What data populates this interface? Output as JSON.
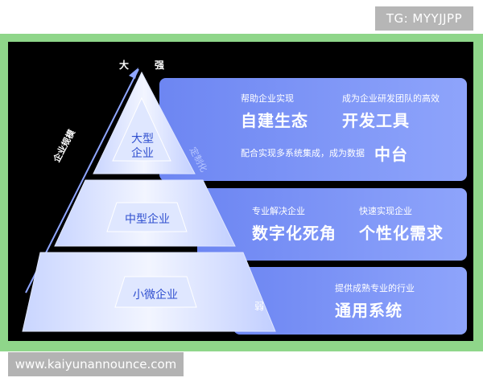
{
  "watermark_top": "TG: MYYJJPP",
  "watermark_bottom": "www.kaiyunannounce.com",
  "axis": {
    "top_left": "大",
    "top_right": "强",
    "bottom": "弱",
    "left_vertical": "企业规模",
    "right_vertical": "定制化"
  },
  "tiers": [
    {
      "pyramid_label_line1": "大型",
      "pyramid_label_line2": "企业",
      "items": [
        {
          "small": "帮助企业实现",
          "big": "自建生态"
        },
        {
          "small": "成为企业研发团队的高效",
          "big": "开发工具"
        }
      ],
      "extra_small": "配合实现多系统集成，成为数据",
      "extra_big": "中台"
    },
    {
      "pyramid_label": "中型企业",
      "items": [
        {
          "small": "专业解决企业",
          "big": "数字化死角"
        },
        {
          "small": "快速实现企业",
          "big": "个性化需求"
        }
      ]
    },
    {
      "pyramid_label": "小微企业",
      "items": [
        {
          "small": "提供成熟专业的行业",
          "big": "通用系统"
        }
      ]
    }
  ],
  "colors": {
    "frame": "#8fd68a",
    "panel": "#7d96f7",
    "pyramid": "#e6ecff",
    "accent_text": "#2f4fcf"
  }
}
